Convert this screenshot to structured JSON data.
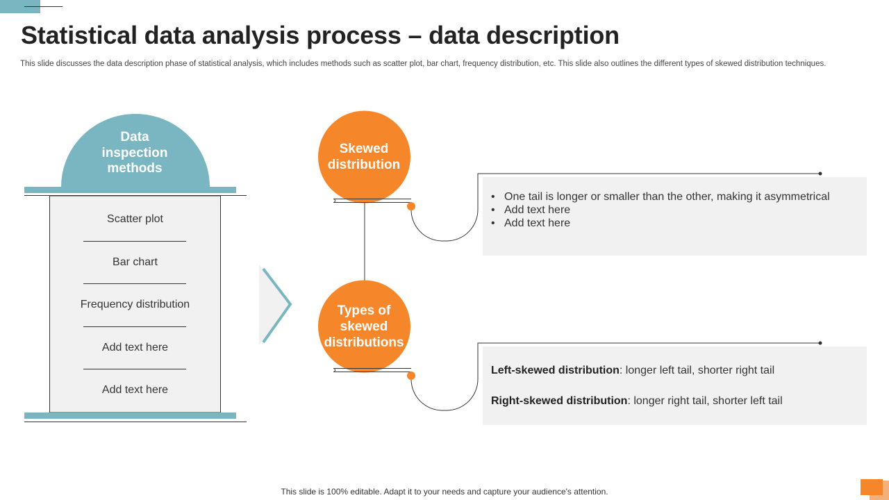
{
  "slide": {
    "title": "Statistical data analysis process – data description",
    "subtitle": "This slide discusses the data description phase of statistical analysis, which includes methods such as scatter plot, bar chart, frequency distribution, etc. This slide also outlines the different types of skewed distribution techniques.",
    "footer": "This slide is 100% editable. Adapt it to your needs and capture your audience's attention."
  },
  "colors": {
    "teal": "#7ab5c2",
    "orange": "#f5872a",
    "panel": "#f1f1f1",
    "line": "#333333"
  },
  "methods": {
    "heading": "Data inspection methods",
    "items": [
      "Scatter plot",
      "Bar chart",
      "Frequency distribution",
      "Add text here",
      "Add text here"
    ]
  },
  "skewed": {
    "label": "Skewed distribution",
    "bullets": [
      "One tail is longer or smaller than the other, making it asymmetrical",
      "Add text here",
      "Add text here"
    ]
  },
  "types": {
    "label": "Types of skewed distributions",
    "rows": [
      {
        "term": "Left-skewed distribution",
        "desc": ": longer left tail, shorter right tail"
      },
      {
        "term": "Right-skewed distribution",
        "desc": ": longer right tail, shorter left tail"
      }
    ]
  }
}
